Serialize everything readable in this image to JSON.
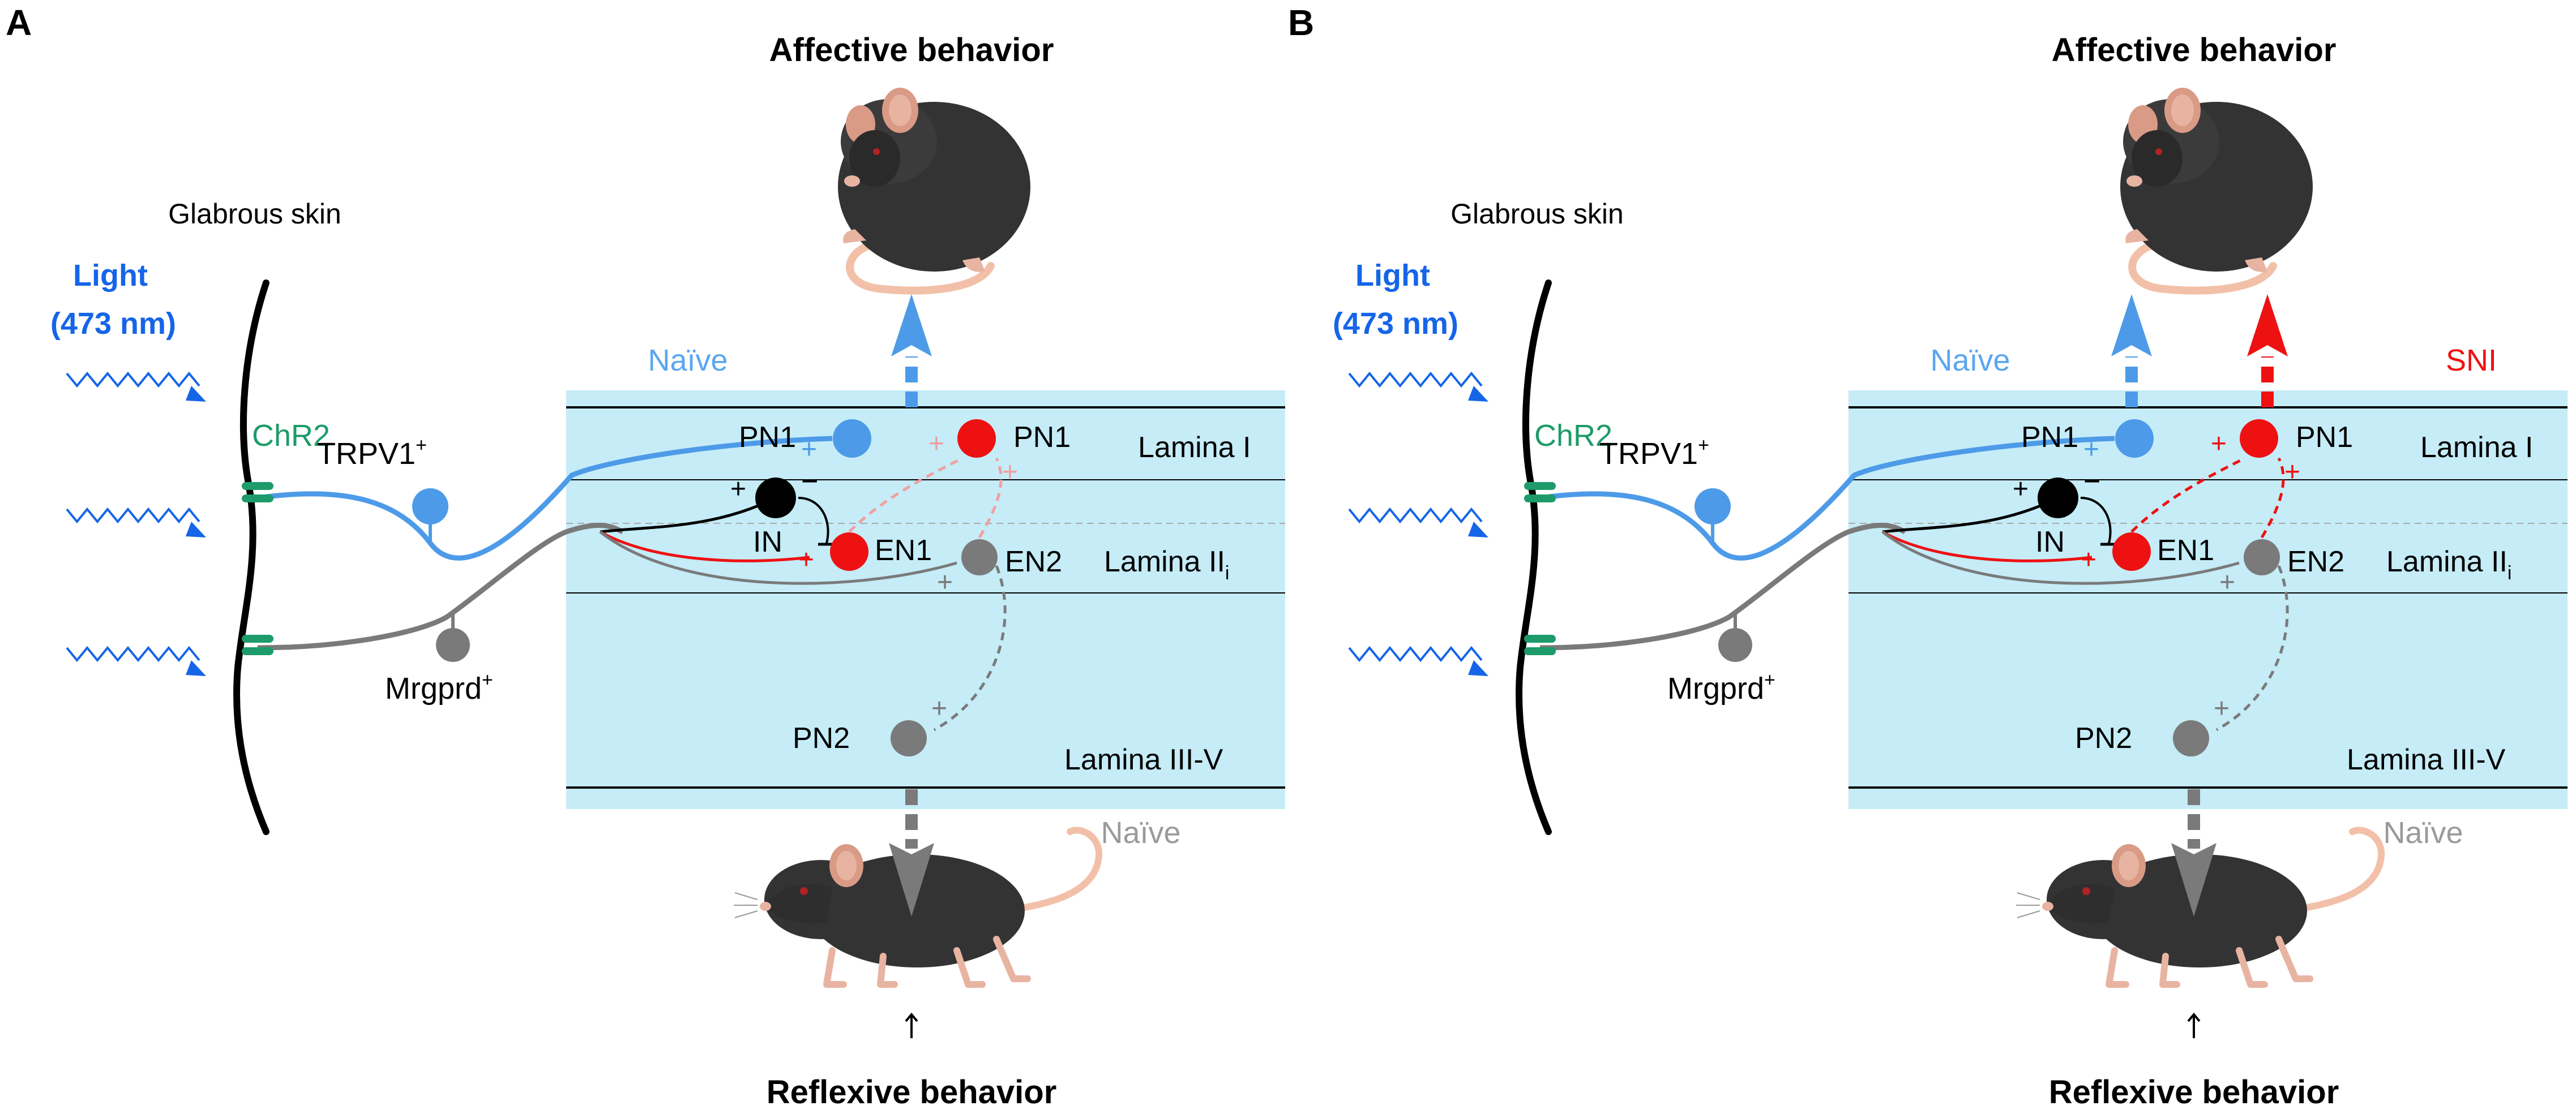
{
  "colors": {
    "blue": "#1565e8",
    "light_blue": "#4d9be8",
    "naive_blue": "#5aa6f0",
    "green": "#1d9b6a",
    "red": "#ee1111",
    "pink": "#f0a0a0",
    "gray": "#7a7a7a",
    "light_gray": "#9a9a9a",
    "cyan_bg": "#c5ecf7",
    "black": "#111111"
  },
  "panel_a": {
    "letter": "A",
    "affective_title": "Affective behavior",
    "reflexive_title": "Reflexive behavior",
    "skin_label": "Glabrous skin",
    "light_label_1": "Light",
    "light_label_2": "(473 nm)",
    "chr2_label": "ChR2",
    "trpv1_label": "TRPV1",
    "trpv1_sup": "+",
    "mrgprd_label": "Mrgprd",
    "mrgprd_sup": "+",
    "naive_top": "Naïve",
    "naive_bottom": "Naïve",
    "lamina_1": "Lamina I",
    "lamina_2_main": "Lamina II",
    "lamina_2_sub": "i",
    "lamina_3": "Lamina III-V",
    "pn1_left": "PN1",
    "pn1_right": "PN1",
    "in": "IN",
    "en1": "EN1",
    "en2": "EN2",
    "pn2": "PN2",
    "plus": "+",
    "minus": "−"
  },
  "panel_b": {
    "letter": "B",
    "affective_title": "Affective behavior",
    "reflexive_title": "Reflexive behavior",
    "skin_label": "Glabrous skin",
    "light_label_1": "Light",
    "light_label_2": "(473 nm)",
    "chr2_label": "ChR2",
    "trpv1_label": "TRPV1",
    "trpv1_sup": "+",
    "mrgprd_label": "Mrgprd",
    "mrgprd_sup": "+",
    "naive_top": "Naïve",
    "sni": "SNI",
    "naive_bottom": "Naïve",
    "lamina_1": "Lamina I",
    "lamina_2_main": "Lamina II",
    "lamina_2_sub": "i",
    "lamina_3": "Lamina III-V",
    "pn1_left": "PN1",
    "pn1_right": "PN1",
    "in": "IN",
    "en1": "EN1",
    "en2": "EN2",
    "pn2": "PN2",
    "plus": "+",
    "minus": "−"
  }
}
